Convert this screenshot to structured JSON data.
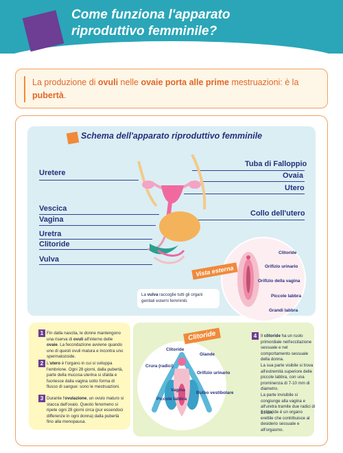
{
  "header": {
    "title_line1": "Come funziona l'apparato",
    "title_line2": "riproduttivo femminile?"
  },
  "intro": {
    "t1": "La produzione di ",
    "b1": "ovuli",
    "t2": " nelle ",
    "b2": "ovaie porta alle prime",
    "t3": " mestruazioni: è la ",
    "b3": "pubertà",
    "t4": "."
  },
  "diagram": {
    "title": "Schema dell'apparato riproduttivo femminile",
    "left_labels": [
      "Uretere",
      "Vescica",
      "Vagina",
      "Uretra",
      "Clitoride",
      "Vulva"
    ],
    "right_labels": [
      "Tuba di Falloppio",
      "Ovaia",
      "Utero",
      "Collo dell'utero"
    ]
  },
  "external_view": {
    "tag": "Vista esterna",
    "labels": [
      "Clitoride",
      "Orifizio urinario",
      "Orifizio della vagina",
      "Piccole labbra",
      "Grandi labbra"
    ],
    "note_pre": "La ",
    "note_bold": "vulva",
    "note_post": " raccoglie tutti gli organi genitali esterni femminili."
  },
  "yellow_box": {
    "p1_num": "1",
    "p1_a": "Fin dalla nascita, le donne mantengono una riserva di ",
    "p1_b": "ovuli",
    "p1_c": " all'interno delle ",
    "p1_d": "ovaie",
    "p1_e": ". La fecondazione avviene quando uno di questi ovuli matura e incontra uno spermatozoide.",
    "p2_num": "2",
    "p2_a": "L'",
    "p2_b": "utero",
    "p2_c": " è l'organo in cui si sviluppa l'embrione. Ogni 28 giorni, dalla pubertà, parte della mucosa uterina si sfalda e fuoriesce dalla vagina sotto forma di flusso di sangue: sono le mestruazioni.",
    "p3_num": "3",
    "p3_a": "Durante l'",
    "p3_b": "ovulazione",
    "p3_c": ", un ovulo maturo si stacca dall'ovaio. Questo fenomeno si ripete ogni 28 giorni circa (pur essendoci differenze in ogni donna) dalla pubertà fino alla menopausa."
  },
  "clitoris": {
    "tag": "Clitoride",
    "labels": [
      "Clitoride",
      "Glande",
      "Crura (radici)",
      "Orifizio urinario",
      "Vagina",
      "Bulbo vestibolare",
      "Piccole labbra"
    ],
    "p4_num": "4",
    "p4_a": "Il ",
    "p4_b": "clitoride",
    "p4_c": " ha un ruolo primordiale nell'eccitazione sessuale e nel comportamento sessuale della donna.",
    "p5": "La sua parte visibile si trova all'estremità superiore delle piccole labbra, con una prominenza di 7-10 mm di diametro.",
    "p6": "La parte invisibile si congiunge alla vagina e all'uretra tramite due radici di 10 cm.",
    "p7": "Il clitoride è un organo erettile che contribuisce al desiderio sessuale e all'orgasmo."
  }
}
